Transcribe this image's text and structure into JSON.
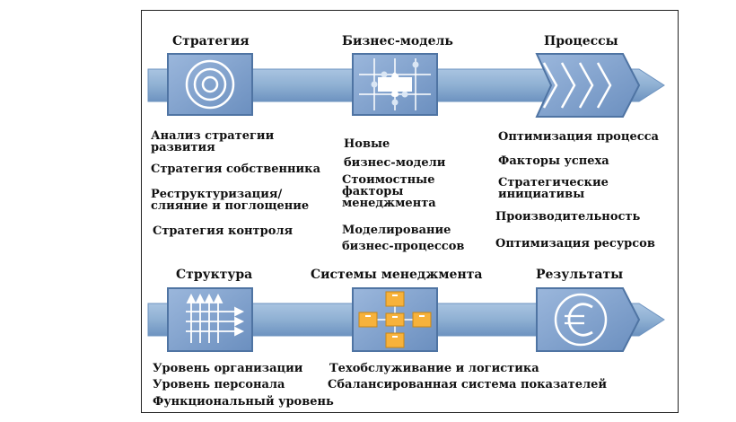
{
  "colors": {
    "arrow_fill": "#8fb0d3",
    "arrow_dark": "#5f86b3",
    "tile_fill": "#7e9fcb",
    "tile_border": "#4f74a3",
    "puzzle_piece": "#ffffff",
    "box_orange": "#f7b23b"
  },
  "top_row": {
    "col1": {
      "title": "Стратегия",
      "icon": "target-circles-icon",
      "items": [
        "Анализ стратегии\nразвития",
        "Стратегия собственника",
        "Реструктуризация/\nслияние и поглощение",
        "Стратегия контроля"
      ]
    },
    "col2": {
      "title": "Бизнес-модель",
      "icon": "puzzle-icon",
      "items": [
        "Новые\nбизнес-модели",
        "Стоимостные\nфакторы\nменеджмента",
        "Моделирование\nбизнес-процессов"
      ]
    },
    "col3": {
      "title": "Процессы",
      "icon": "chevrons-icon",
      "items": [
        "Оптимизация процесса",
        "Факторы успеха",
        "Стратегические\nинициативы",
        "Производительность",
        "Оптимизация ресурсов"
      ]
    }
  },
  "bottom_row": {
    "col1": {
      "title": "Структура",
      "icon": "grid-arrows-icon",
      "items": [
        "Уровень организации",
        "Уровень персонала",
        "Функциональный уровень"
      ]
    },
    "col2": {
      "title": "Системы менеджмента",
      "icon": "boxes-network-icon",
      "items": [
        "Техобслуживание и логистика",
        "Сбалансированная система показателей"
      ]
    },
    "col3": {
      "title": "Результаты",
      "icon": "euro-icon"
    }
  }
}
